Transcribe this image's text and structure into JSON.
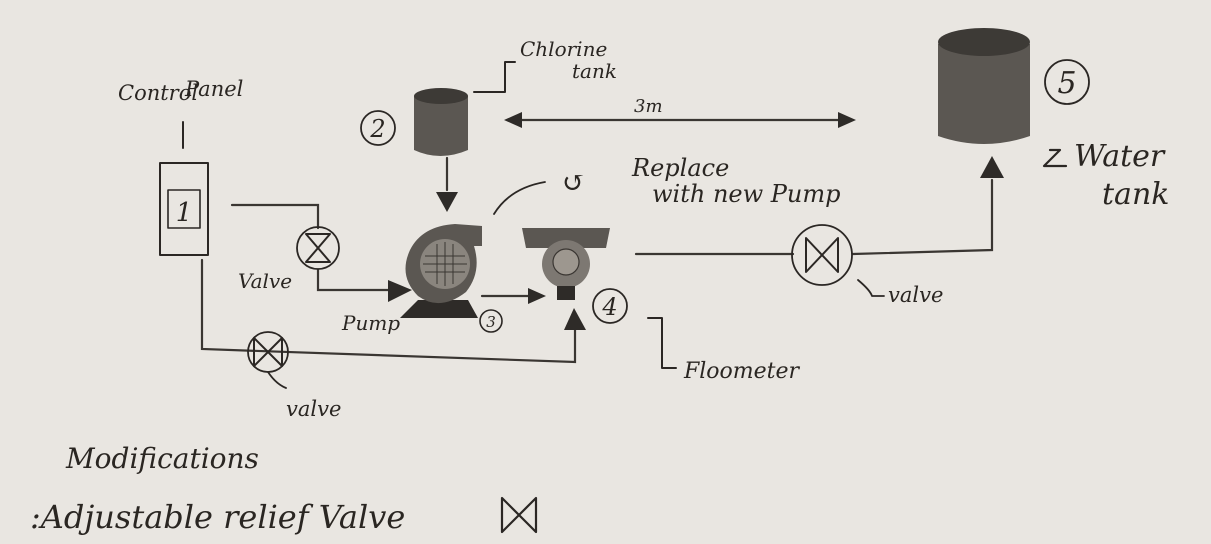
{
  "labels": {
    "control_panel_line1": "Control",
    "control_panel_line2": "Panel",
    "chlorine_line1": "Chlorine",
    "chlorine_line2": "tank",
    "distance": "3m",
    "replace_line1": "Replace",
    "replace_line2": "with new Pump",
    "water_line1": "Water",
    "water_line2": "tank",
    "valve_left": "Valve",
    "valve_right": "valve",
    "valve_bottom": "valve",
    "pump": "Pump",
    "flowmeter": "Floometer",
    "modifications": "Modifications",
    "relief_valve": ":Adjustable relief Valve"
  },
  "numbers": {
    "n1": "1",
    "n2": "2",
    "n3": "3",
    "n4": "4",
    "n5": "5"
  },
  "icons": {
    "swap": "↺",
    "swap_name": "cycle-arrows-icon"
  },
  "colors": {
    "ink": "#2b2724",
    "paper": "#e9e6e1",
    "shade": "#5b5752"
  }
}
